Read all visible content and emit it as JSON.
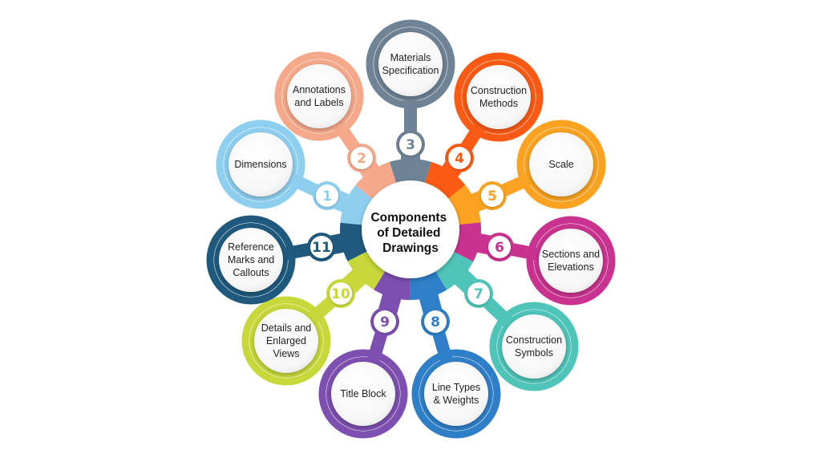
{
  "diagram": {
    "center_title_lines": [
      "Components",
      "of Detailed",
      "Drawings"
    ],
    "items": [
      {
        "number": "1",
        "label_lines": [
          "Dimensions"
        ],
        "color": "#8ECFF0"
      },
      {
        "number": "2",
        "label_lines": [
          "Annotations",
          "and Labels"
        ],
        "color": "#F5A98A"
      },
      {
        "number": "3",
        "label_lines": [
          "Materials",
          "Specification"
        ],
        "color": "#6E8395"
      },
      {
        "number": "4",
        "label_lines": [
          "Construction",
          "Methods"
        ],
        "color": "#FA5A14"
      },
      {
        "number": "5",
        "label_lines": [
          "Scale"
        ],
        "color": "#FBA321"
      },
      {
        "number": "6",
        "label_lines": [
          "Sections and",
          "Elevations"
        ],
        "color": "#C9338F"
      },
      {
        "number": "7",
        "label_lines": [
          "Construction",
          "Symbols"
        ],
        "color": "#4FC4B8"
      },
      {
        "number": "8",
        "label_lines": [
          "Line Types",
          "& Weights"
        ],
        "color": "#2F7FC8"
      },
      {
        "number": "9",
        "label_lines": [
          "Title Block"
        ],
        "color": "#7D4FB0"
      },
      {
        "number": "10",
        "label_lines": [
          "Details and",
          "Enlarged",
          "Views"
        ],
        "color": "#C7D83A"
      },
      {
        "number": "11",
        "label_lines": [
          "Reference",
          "Marks and",
          "Callouts"
        ],
        "color": "#1F5A7E"
      }
    ]
  }
}
